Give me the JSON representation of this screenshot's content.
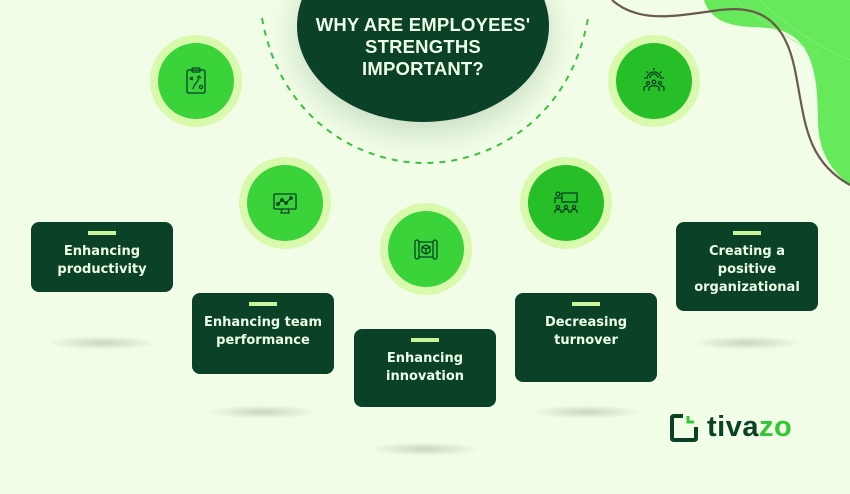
{
  "title": {
    "lines": [
      "WHY ARE EMPLOYEES'",
      "STRENGTHS",
      "IMPORTANT?"
    ]
  },
  "colors": {
    "background": "#f1fde6",
    "dark_green": "#0a4127",
    "bright_green": "#3ad33a",
    "pale_ring": "#d9f9ad",
    "accent_bar": "#c8f59a",
    "wave_line": "#6b5a4a",
    "blob_green": "#66e95a"
  },
  "nodes": [
    {
      "id": "productivity",
      "icon": "clipboard-strategy-icon"
    },
    {
      "id": "team-performance",
      "icon": "monitor-chart-icon"
    },
    {
      "id": "innovation",
      "icon": "blueprint-cube-icon"
    },
    {
      "id": "turnover",
      "icon": "presentation-audience-icon"
    },
    {
      "id": "organizational",
      "icon": "gear-team-icon"
    }
  ],
  "cards": [
    {
      "lines": [
        "Enhancing",
        "productivity"
      ]
    },
    {
      "lines": [
        "Enhancing team",
        "performance"
      ]
    },
    {
      "lines": [
        "Enhancing",
        "innovation"
      ]
    },
    {
      "lines": [
        "Decreasing",
        "turnover"
      ]
    },
    {
      "lines": [
        "Creating a",
        "positive",
        "organizational"
      ]
    }
  ],
  "logo": {
    "part1": "tiva",
    "part2": "zo",
    "icon": "tivazo-logo-icon"
  }
}
